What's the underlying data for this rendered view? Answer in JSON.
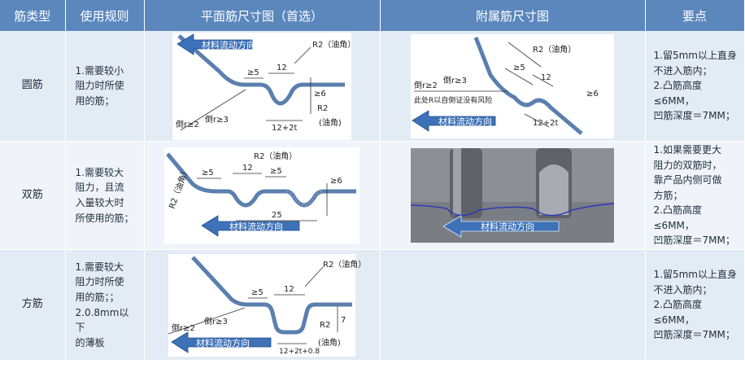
{
  "headers": [
    "筋类型",
    "使用规则",
    "平面筋尺寸图（首选）",
    "附属筋尺寸图",
    "要点"
  ],
  "flow_label": "材料流动方向",
  "rows": [
    {
      "type": "圆筋",
      "rule": [
        "1.需要较小",
        "阻力时所使",
        "用的筋；"
      ],
      "points": [
        "1.留5mm以上直身",
        "不进入筋内；",
        "2.凸筋高度≤6MM，",
        "凹筋深度＝7MM；"
      ],
      "plan": {
        "d1": "≥5",
        "d2": "12",
        "d3": "12+2t",
        "r1": "R2（油角）",
        "r2": "R2",
        "h": "≥6",
        "r_in1": "倒r≥2",
        "r_in2": "倒r≥3",
        "note": "(油角)"
      },
      "aux": {
        "d1": "≥5",
        "d2": "12",
        "d3": "12+2t",
        "r1": "R2（油角）",
        "h": "≥6",
        "r_in1": "倒r≥2",
        "r_in2": "倒r≥3",
        "note": "此处R以自倒证没有风险"
      }
    },
    {
      "type": "双筋",
      "rule": [
        "1.需要较大",
        "阻力，且流",
        "入量较大时",
        "所使用的筋；"
      ],
      "points": [
        "1.如果需要更大",
        "阻力的双筋时，",
        "靠产品内侧可做",
        "方筋；",
        "2.凸筋高度≤6MM，",
        "凹筋深度＝7MM；"
      ],
      "plan": {
        "d1": "≥5",
        "d2": "12",
        "r1": "R2（油角）",
        "d3": "≥5",
        "d4": "25",
        "h": "≥6",
        "r2": "R2（油角）"
      }
    },
    {
      "type": "方筋",
      "rule": [
        "1.需要较大",
        "阻力时所使",
        "用的筋；；",
        "2.0.8mm以下",
        "的薄板"
      ],
      "points": [
        "1.留5mm以上直身",
        "不进入筋内；",
        "2.凸筋高度≤6MM，",
        "凹筋深度＝7MM；"
      ],
      "plan": {
        "d1": "≥5",
        "d2": "12",
        "d3": "12+2t+0.8",
        "r1": "R2（油角）",
        "r2": "R2",
        "h": "7",
        "r_in1": "倒r≥2",
        "r_in2": "倒r≥3",
        "note": "(油角)"
      }
    }
  ]
}
